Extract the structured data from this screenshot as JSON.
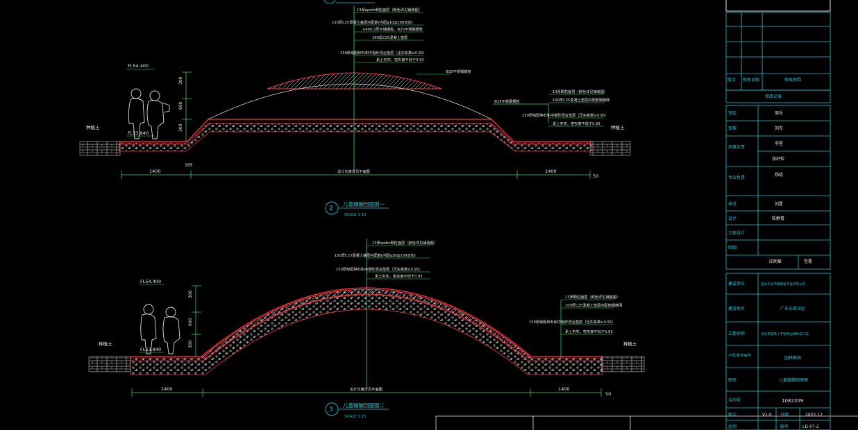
{
  "section2": {
    "title": "儿童蹦蹦剖面图一",
    "number": "2",
    "scale": "SCALE 1:15",
    "fl_top": "FL54.400",
    "fl_bottom": "FL53.840",
    "dim_heights": [
      "300",
      "600",
      "300"
    ],
    "dim_small": "165",
    "dim_left": "1400",
    "dim_right": "1400",
    "dim_end": "50",
    "dim_center_label": "设计长度详见平面图",
    "ground_left": "种植土",
    "ground_right": "种植土",
    "layer_notes_top": [
      "13厚epdm颗粒面层（颜色详见铺装图）",
      "150厚C25混凝土基层内配筋(内配φ10@200双向)",
      "≥400,5厚平铺钢板，Φ25不锈钢钢管",
      "100厚C25混凝土垫层",
      "150厚级配碎石和中粗砂混合垫层（压实系数≥0.95）",
      "素土夯实，密实度不低于0.93"
    ],
    "note_pipe": "Φ25不锈钢钢管",
    "note_pipe2": "Φ25不锈钢钢管",
    "layer_notes_right": [
      "13厚颗粒面层（颜色详见铺装图）",
      "100厚C25混凝土垫层内配筋钢筋网",
      "150厚级配碎石和中粗砂混合垫层（压实系数≥0.95）",
      "素土夯实，密实度不低于0.93"
    ]
  },
  "section3": {
    "title": "儿童蹦蹦剖面图二",
    "number": "3",
    "scale": "SCALE 1:15",
    "fl_top": "FL54.400",
    "fl_bottom": "FL53.840",
    "dim_heights": [
      "300",
      "600",
      "300"
    ],
    "dim_left": "1400",
    "dim_right": "1400",
    "dim_end": "50",
    "dim_center_label": "设计长度详见平面图",
    "ground_left": "种植土",
    "ground_right": "种植土",
    "layer_notes_top": [
      "13厚epdm颗粒面层（颜色详见铺装图）",
      "150厚C25混凝土基层内配筋(内配φ10@200双向)",
      "150厚级配碎石和中粗砂混合垫层（压实系数≥0.95）",
      "素土夯实，密实度不低于0.93"
    ],
    "layer_notes_right": [
      "13厚颗粒面层（颜色详见铺装图）",
      "100厚C25混凝土垫层内配筋钢筋网",
      "150厚级配碎石和中粗砂混合垫层（压实系数≥0.95）",
      "素土夯实，密实度不低于0.93"
    ]
  },
  "titleblock": {
    "rev_labels": [
      "版次",
      "修改日期",
      "修改原因"
    ],
    "rev_record": "修改记录",
    "rows": [
      {
        "label": "审定",
        "value": "周乐"
      },
      {
        "label": "审核",
        "value": "刘东"
      },
      {
        "label": "项目负责",
        "value": "李星"
      },
      {
        "label": "",
        "value": "张舒怡"
      },
      {
        "label": "专业负责",
        "value": "杨晓"
      },
      {
        "label": "校对",
        "value": "刘星"
      },
      {
        "label": "设计",
        "value": "陈静青"
      },
      {
        "label": "方案设计",
        "value": ""
      },
      {
        "label": "制图",
        "value": ""
      }
    ],
    "stamp_labels": [
      "印刷章",
      "签署"
    ],
    "client_label": "建设单位",
    "client_value": "韶关乐昌市政建设开发有限公司",
    "site_label": "建设地点",
    "site_value": "广东乐昌市区",
    "project_label": "工程名称",
    "project_value": "乐昌市城南十字街周边微改造工程",
    "sub_label": "子项/单体名称",
    "sub_value": "园林景观",
    "drawing_label": "图名",
    "drawing_value": "儿童蹦蹦剖面图",
    "contract_label": "合同号",
    "contract_value": "1082209",
    "version_label": "版次",
    "version_value": "V1.0",
    "date_label": "日期",
    "date_value": "2022.12",
    "scale_label": "比例",
    "sheet_label": "图号",
    "sheet_value": "LD-07-2"
  }
}
